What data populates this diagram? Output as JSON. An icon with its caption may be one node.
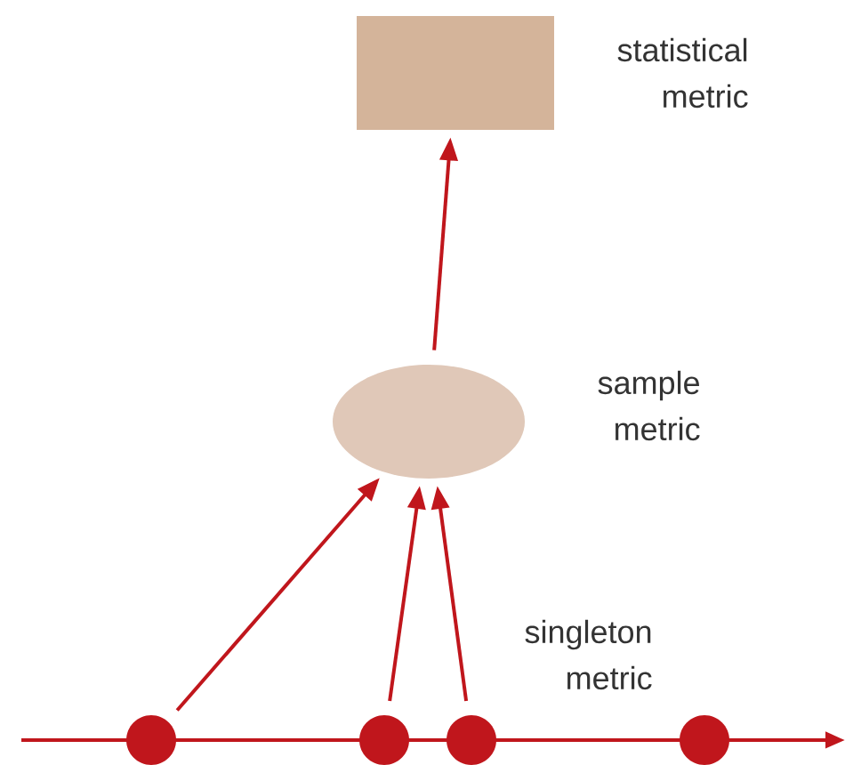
{
  "diagram": {
    "nodes": [
      {
        "text": [],
        "shape": "box",
        "beside": [
          "statistical metric"
        ]
      },
      {
        "text": [],
        "shape": "ellipse",
        "beside": [
          "sample metric"
        ]
      },
      {
        "text": [],
        "shape": "circle"
      },
      {
        "text": [],
        "shape": "circle"
      },
      {
        "text": [],
        "shape": "circle"
      },
      {
        "text": [],
        "shape": "circle"
      }
    ],
    "edges": [
      {
        "from": 2,
        "to": 1,
        "arrow": "to"
      },
      {
        "from": 3,
        "to": 1,
        "arrow": "to"
      },
      {
        "from": 4,
        "to": 1,
        "arrow": "to"
      },
      {
        "from": 1,
        "to": 0,
        "arrow": "to"
      }
    ],
    "labels": [
      "singleton metric"
    ]
  }
}
